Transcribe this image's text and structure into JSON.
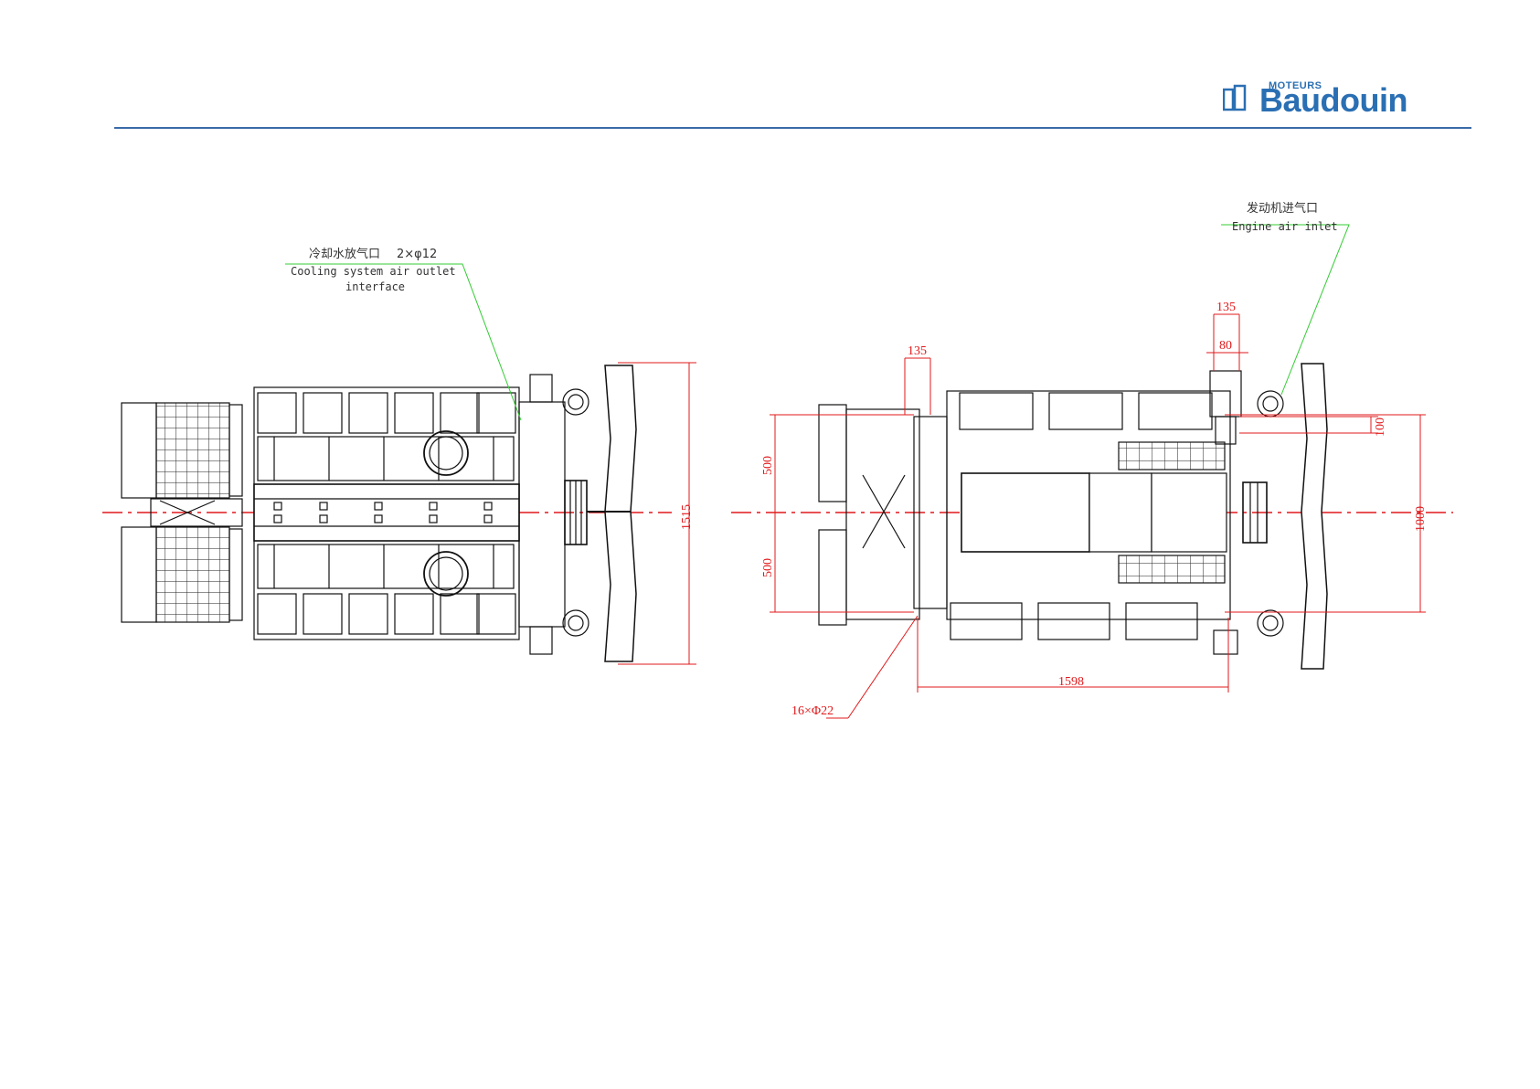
{
  "brand": {
    "logo_text": "Baudouin",
    "logo_subtext": "MOTEURS",
    "color": "#2a6fb3",
    "rule_color": "#3a6aa8"
  },
  "annotations": {
    "cooling_outlet": {
      "cn": "冷却水放气口",
      "spec": "2×φ12",
      "en_line1": "Cooling system air outlet",
      "en_line2": "interface"
    },
    "air_inlet": {
      "cn": "发动机进气口",
      "en": "Engine air inlet"
    },
    "holes": "16×Φ22"
  },
  "dimensions": {
    "width_fan": "1515",
    "inlet_w1": "135",
    "inlet_w2": "80",
    "inlet_h": "100",
    "mount_w": "135",
    "half_top": "500",
    "half_bottom": "500",
    "total_right": "1000",
    "base_length": "1598"
  },
  "colors": {
    "dimension": "#e0191b",
    "leader": "#33cc33",
    "drawing": "#111111"
  }
}
